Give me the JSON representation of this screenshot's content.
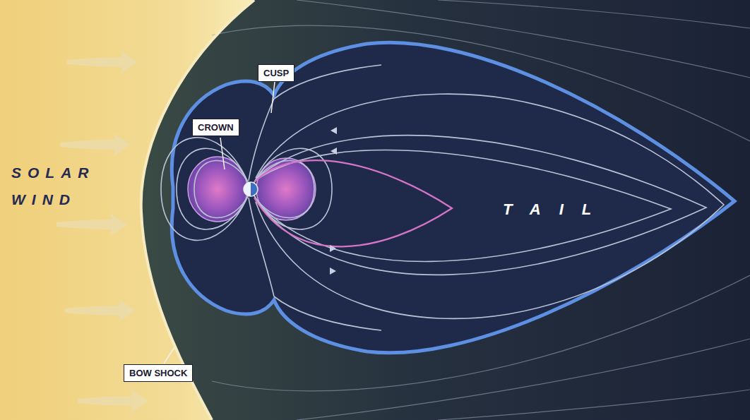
{
  "diagram": {
    "nodes": [
      {
        "text": [
          "CUSP"
        ]
      },
      {
        "text": [
          "CROWN"
        ]
      },
      {
        "text": [
          "BOW SHOCK"
        ]
      }
    ],
    "labels": [
      "SOLAR WIND",
      "TAIL"
    ]
  }
}
